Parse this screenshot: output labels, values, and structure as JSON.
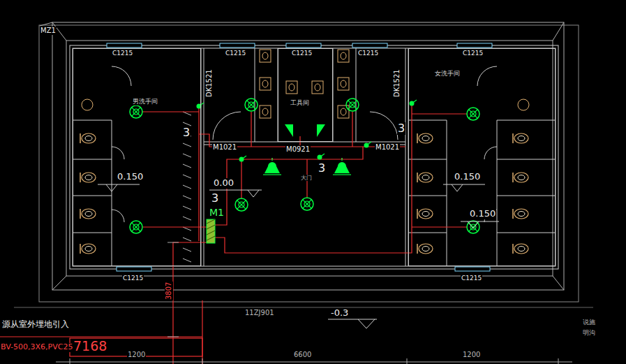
{
  "diagram": {
    "nodes": [
      {
        "text": [
          "男洗手间"
        ]
      },
      {
        "text": [
          "工具间"
        ]
      },
      {
        "text": [
          "女洗手间"
        ]
      }
    ],
    "labels": [
      "MZ1",
      "C1215",
      "C1215",
      "C1215",
      "C1215",
      "C1215",
      "C1215",
      "C1215",
      "DK1521",
      "DK1521",
      "3",
      "3",
      "M1021",
      "M0921",
      "M1021",
      "3",
      "0.150",
      "0.00",
      "3",
      "M1",
      "大门",
      "0.150",
      "0.150",
      "3807",
      "11ZJ901",
      "-0.3",
      "说施",
      "明沟",
      "源从室外埋地引入",
      "BV-500,3X6,PVC25",
      "7168",
      "1200",
      "6600",
      "1200"
    ]
  }
}
